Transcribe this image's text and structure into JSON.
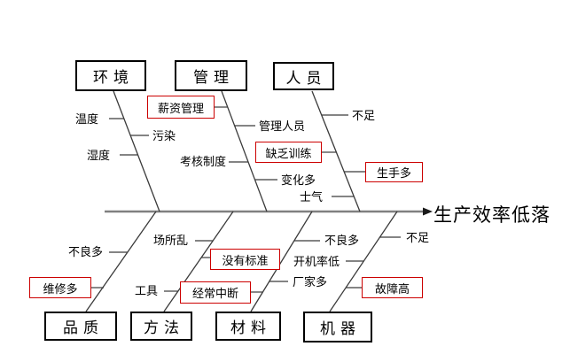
{
  "effect": {
    "label": "生产效率低落"
  },
  "branches": {
    "environment": {
      "label": "环境",
      "causes": [
        {
          "label": "温度",
          "highlighted": false
        },
        {
          "label": "污染",
          "highlighted": false
        },
        {
          "label": "湿度",
          "highlighted": false
        }
      ]
    },
    "management": {
      "label": "管理",
      "causes": [
        {
          "label": "薪资管理",
          "highlighted": true
        },
        {
          "label": "管理人员",
          "highlighted": false
        },
        {
          "label": "考核制度",
          "highlighted": false
        },
        {
          "label": "变化多",
          "highlighted": false
        }
      ]
    },
    "personnel": {
      "label": "人员",
      "causes": [
        {
          "label": "不足",
          "highlighted": false
        },
        {
          "label": "缺乏训练",
          "highlighted": true
        },
        {
          "label": "生手多",
          "highlighted": true
        },
        {
          "label": "士气",
          "highlighted": false
        }
      ]
    },
    "quality": {
      "label": "品质",
      "causes": [
        {
          "label": "不良多",
          "highlighted": false
        },
        {
          "label": "维修多",
          "highlighted": true
        }
      ]
    },
    "method": {
      "label": "方法",
      "causes": [
        {
          "label": "场所乱",
          "highlighted": false
        },
        {
          "label": "没有标准",
          "highlighted": true
        },
        {
          "label": "工具",
          "highlighted": false
        },
        {
          "label": "经常中断",
          "highlighted": true
        }
      ]
    },
    "material": {
      "label": "材料",
      "causes": [
        {
          "label": "不良多",
          "highlighted": false
        },
        {
          "label": "厂家多",
          "highlighted": false
        }
      ]
    },
    "machine": {
      "label": "机器",
      "causes": [
        {
          "label": "不足",
          "highlighted": false
        },
        {
          "label": "开机率低",
          "highlighted": false
        },
        {
          "label": "故障高",
          "highlighted": true
        }
      ]
    }
  },
  "colors": {
    "spine": "#808080",
    "bone": "#3a3a3a",
    "highlight_border": "#cc0000",
    "box_border": "#000000",
    "background": "#ffffff"
  }
}
